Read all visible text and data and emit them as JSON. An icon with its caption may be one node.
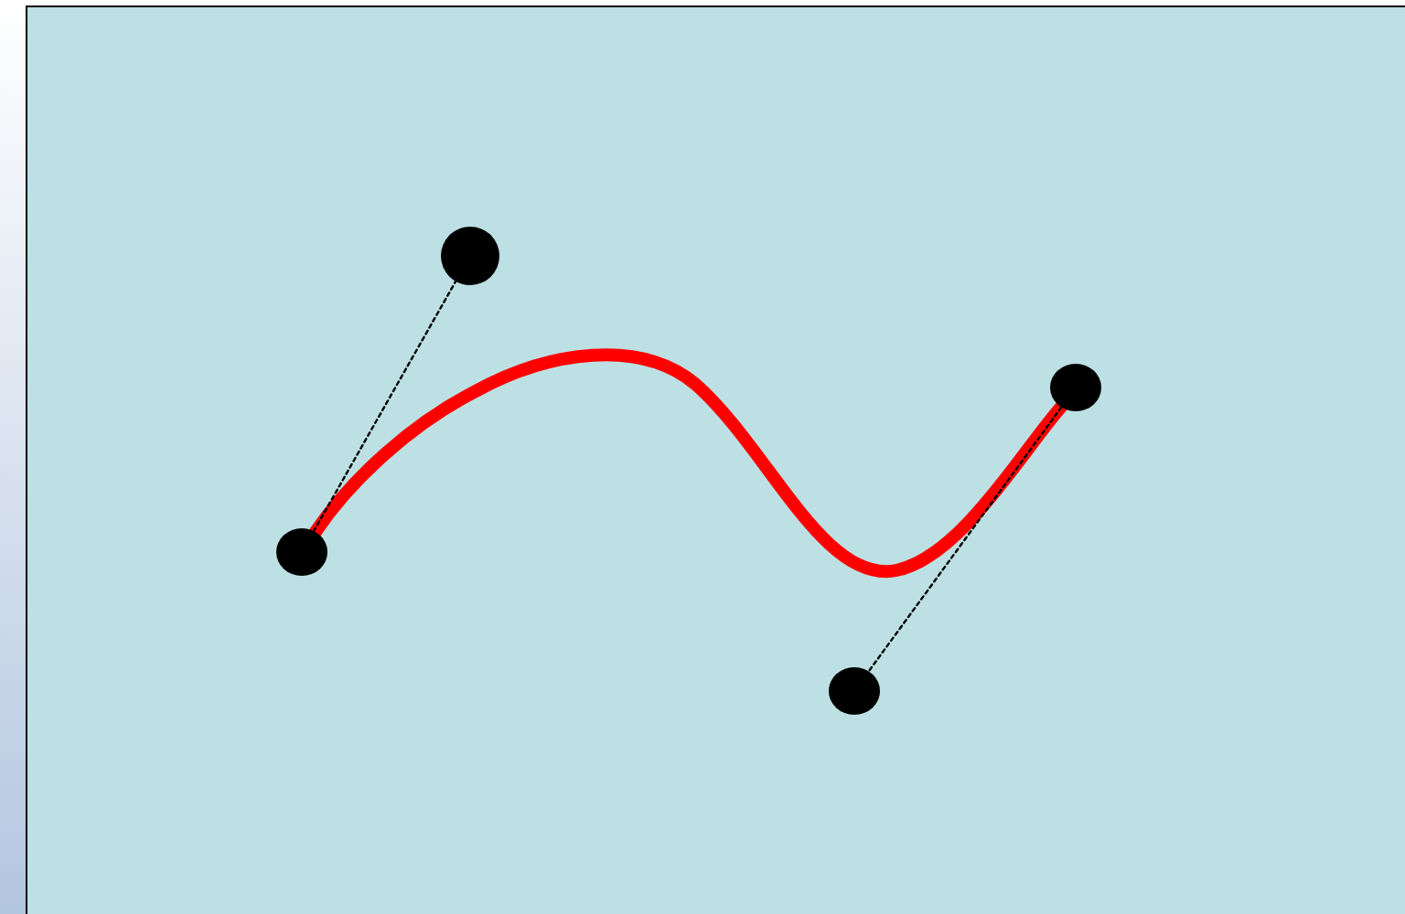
{
  "diagram": {
    "nodes": [
      {
        "text": [],
        "shape": "circle"
      },
      {
        "text": [],
        "shape": "circle"
      },
      {
        "text": [],
        "shape": "circle"
      },
      {
        "text": [],
        "shape": "circle"
      }
    ],
    "edges": [
      {
        "from": 0,
        "to": 3,
        "arrow": "none",
        "style": "thick",
        "color": "#ff0000"
      },
      {
        "from": 0,
        "to": 1,
        "arrow": "none",
        "style": "dashed"
      },
      {
        "from": 3,
        "to": 2,
        "arrow": "none",
        "style": "dashed"
      }
    ]
  }
}
